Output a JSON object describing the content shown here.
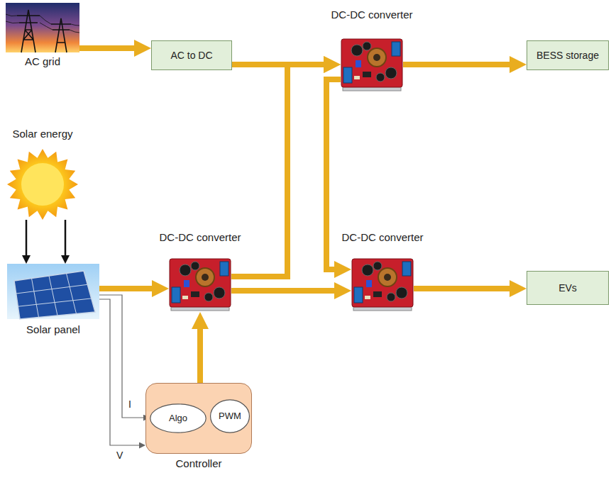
{
  "diagram": {
    "nodes": [
      {
        "text": [
          "AC grid"
        ]
      },
      {
        "text": [
          "AC to DC"
        ]
      },
      {
        "text": [
          "DC-DC converter"
        ]
      },
      {
        "text": [
          "BESS storage"
        ]
      },
      {
        "text": [
          "Solar energy"
        ]
      },
      {
        "text": [
          "Solar panel"
        ]
      },
      {
        "text": [
          "DC-DC converter"
        ]
      },
      {
        "text": [
          "DC-DC converter"
        ]
      },
      {
        "text": [
          "EVs"
        ]
      },
      {
        "text": [
          "Controller"
        ]
      },
      {
        "text": [
          "Algo"
        ],
        "in": 9
      },
      {
        "text": [
          "PWM"
        ],
        "in": 9
      }
    ],
    "edges": [
      {
        "from": 0,
        "to": 1,
        "arrow": "to"
      },
      {
        "from": 1,
        "to": 2,
        "arrow": "to"
      },
      {
        "from": 2,
        "to": 3,
        "arrow": "to"
      },
      {
        "from": 4,
        "to": 5,
        "arrow": "to"
      },
      {
        "from": 4,
        "to": 5,
        "arrow": "to"
      },
      {
        "from": 5,
        "to": 6,
        "arrow": "to"
      },
      {
        "from": 6,
        "to": 7,
        "arrow": "to"
      },
      {
        "from": 6,
        "to": 2,
        "arrow": "to"
      },
      {
        "from": 2,
        "to": 7,
        "arrow": "to"
      },
      {
        "from": 7,
        "to": 8,
        "arrow": "to"
      },
      {
        "from": 9,
        "to": 6,
        "arrow": "to"
      },
      {
        "from": 5,
        "to": 10,
        "label": "I",
        "arrow": "to"
      },
      {
        "from": 5,
        "to": 9,
        "label": "V",
        "arrow": "to"
      }
    ]
  }
}
